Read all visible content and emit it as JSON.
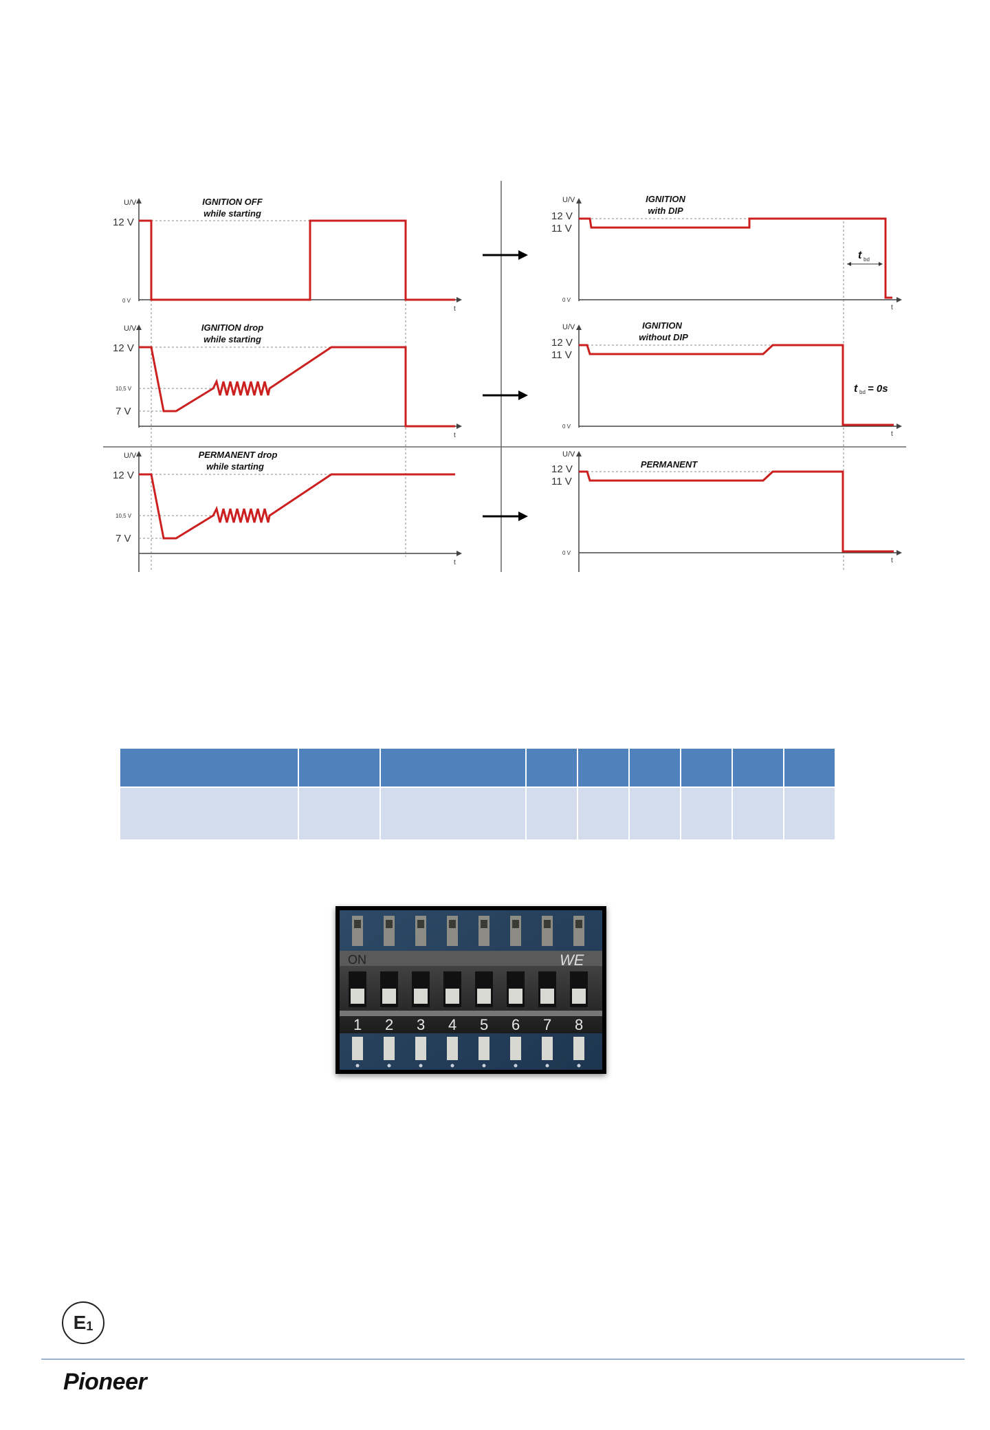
{
  "diagram": {
    "panels": [
      {
        "id": "ignition-off",
        "title": [
          "IGNITION OFF",
          "while starting"
        ],
        "axis_y": "U/V",
        "axis_x": "t",
        "ticks": [
          "12 V",
          "0 V"
        ]
      },
      {
        "id": "ignition-drop",
        "title": [
          "IGNITION drop",
          "while starting"
        ],
        "axis_y": "U/V",
        "axis_x": "t",
        "ticks": [
          "12 V",
          "10,5 V",
          "7 V"
        ]
      },
      {
        "id": "permanent-drop",
        "title": [
          "PERMANENT drop",
          "while starting"
        ],
        "axis_y": "U/V",
        "axis_x": "t",
        "ticks": [
          "12 V",
          "10,5 V",
          "7 V"
        ]
      },
      {
        "id": "ignition-dip",
        "title": [
          "IGNITION",
          "with DIP"
        ],
        "axis_y": "U/V",
        "axis_x": "t",
        "ticks": [
          "12 V",
          "11 V",
          "0 V"
        ],
        "annotation": "t",
        "annotation_sub": "bd"
      },
      {
        "id": "ignition-nodip",
        "title": [
          "IGNITION",
          "without DIP"
        ],
        "axis_y": "U/V",
        "axis_x": "t",
        "ticks": [
          "12 V",
          "11 V",
          "0 V"
        ],
        "annotation": "t",
        "annotation_sub": "bd",
        "annotation_suffix": " = 0s"
      },
      {
        "id": "permanent",
        "title": [
          "PERMANENT"
        ],
        "axis_y": "U/V",
        "axis_x": "t",
        "ticks": [
          "12 V",
          "11 V",
          "0 V"
        ]
      }
    ],
    "trace_color": "#cc1f1f"
  },
  "table": {
    "columns": 9
  },
  "photo": {
    "label_on": "ON",
    "label_brand": "WE",
    "switch_numbers": [
      "1",
      "2",
      "3",
      "4",
      "5",
      "6",
      "7",
      "8"
    ]
  },
  "footer": {
    "mark": "E",
    "mark_sub": "1",
    "logo": "Pioneer"
  }
}
